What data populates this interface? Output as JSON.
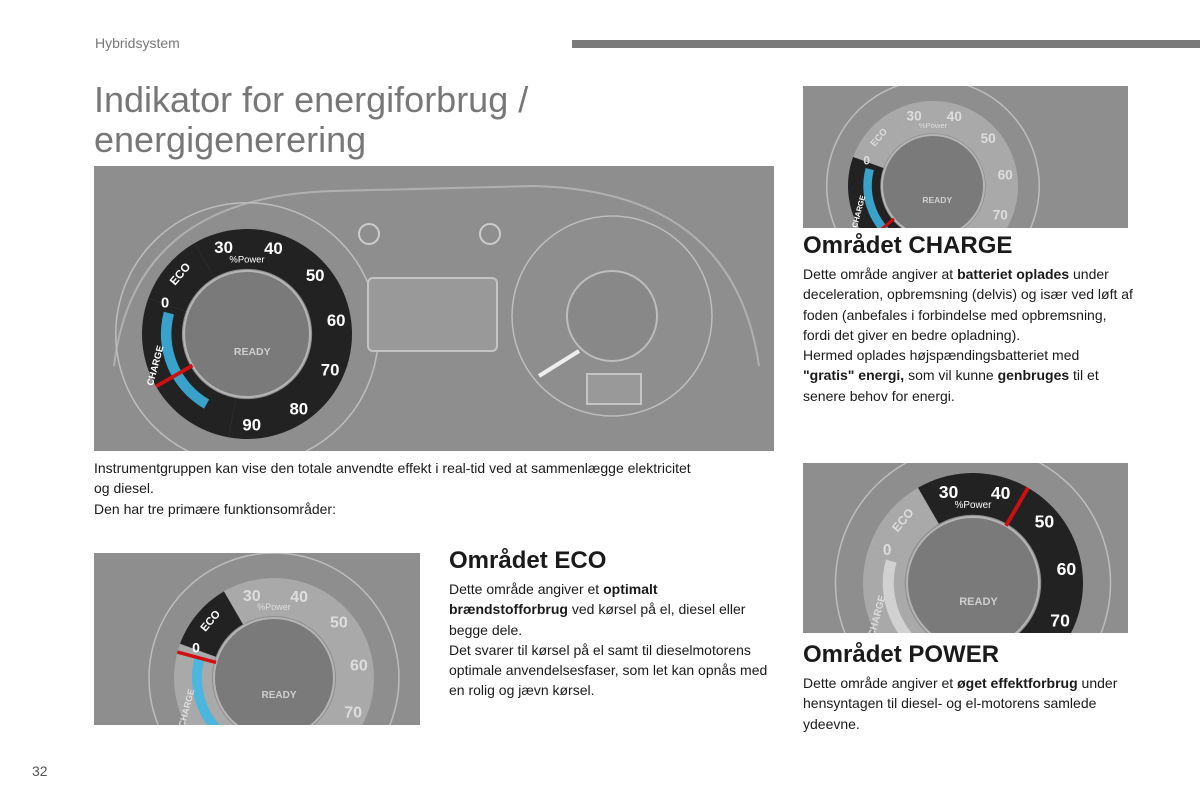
{
  "header": {
    "section": "Hybridsystem",
    "title_line1": "Indikator for energiforbrug /",
    "title_line2": "energigenerering"
  },
  "intro": {
    "line1": "Instrumentgruppen kan vise den totale anvendte effekt i real-tid ved at sammenlægge elektricitet",
    "line2": "og diesel.",
    "line3": "Den har tre primære funktionsområder:"
  },
  "gauge": {
    "scale": [
      "30",
      "40",
      "50",
      "60",
      "70",
      "80",
      "90"
    ],
    "unit": "%Power",
    "eco": "ECO",
    "charge": "CHARGE",
    "ready": "READY",
    "zero": "0"
  },
  "charge": {
    "heading": "Området CHARGE",
    "t1": "Dette område angiver at ",
    "b1": "batteriet oplades",
    "t2": " under deceleration, opbremsning (delvis) og især ved løft af foden (anbefales i forbindelse med opbremsning, fordi det giver en bedre opladning).",
    "t3": "Hermed oplades højspændingsbatteriet med ",
    "b2": "\"gratis\" energi,",
    "t4": " som vil kunne ",
    "b3": "genbruges",
    "t5": " til et senere behov for energi."
  },
  "eco": {
    "heading": "Området ECO",
    "t1": "Dette område angiver et ",
    "b1": "optimalt brændstofforbrug",
    "t2": " ved kørsel på el, diesel eller begge dele.",
    "t3": "Det svarer til kørsel på el samt til dieselmotorens optimale anvendelsesfaser, som let kan opnås med en rolig og jævn kørsel."
  },
  "power": {
    "heading": "Området POWER",
    "t1": "Dette område angiver et ",
    "b1": "øget effektforbrug",
    "t2": " under hensyntagen til diesel- og el-motorens samlede ydeevne."
  },
  "page_number": "32",
  "colors": {
    "panel": "#8e8e8e",
    "needle": "#d01010",
    "eco_blue": "#3cb8e8"
  }
}
